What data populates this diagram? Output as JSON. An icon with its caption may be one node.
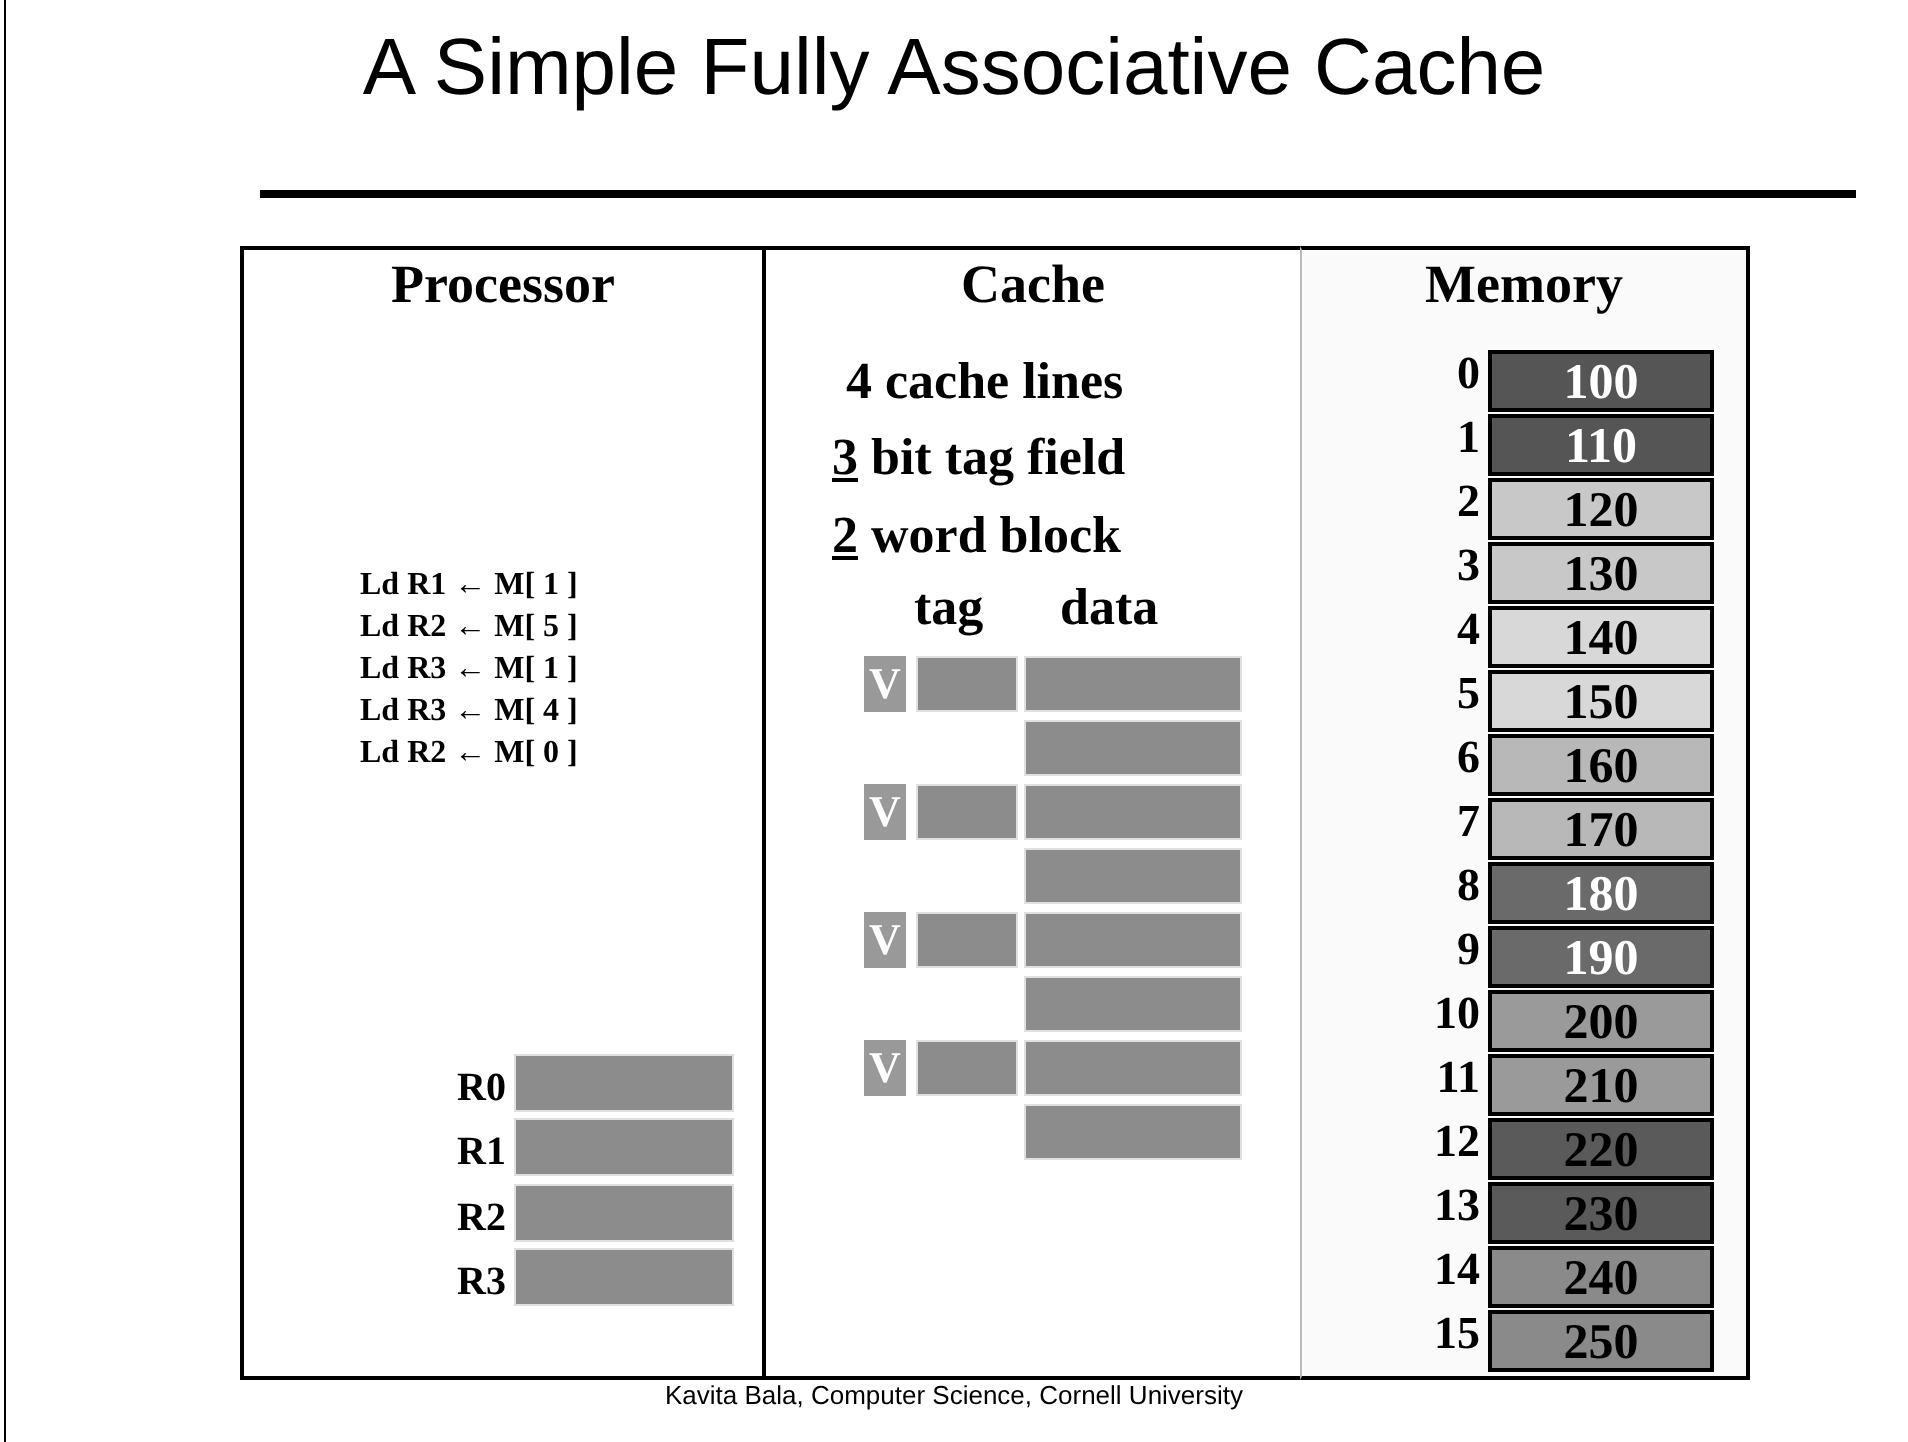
{
  "diagram": {
    "title": "A Simple Fully Associative Cache",
    "caption": "Kavita Bala, Computer Science, Cornell University",
    "nodes": [
      {
        "text": [
          "Processor"
        ]
      },
      {
        "text": [],
        "shape": "box",
        "in": 0,
        "beside": [
          "R0"
        ]
      },
      {
        "text": [],
        "shape": "box",
        "in": 0,
        "beside": [
          "R1"
        ]
      },
      {
        "text": [],
        "shape": "box",
        "in": 0,
        "beside": [
          "R2"
        ]
      },
      {
        "text": [],
        "shape": "box",
        "in": 0,
        "beside": [
          "R3"
        ]
      },
      {
        "text": [
          "Cache"
        ]
      },
      {
        "text": [
          "V"
        ],
        "in": 5
      },
      {
        "text": [],
        "shape": "box",
        "in": 5
      },
      {
        "text": [],
        "shape": "box",
        "in": 5
      },
      {
        "text": [],
        "shape": "box",
        "in": 5
      },
      {
        "text": [
          "V"
        ],
        "in": 5
      },
      {
        "text": [],
        "shape": "box",
        "in": 5
      },
      {
        "text": [],
        "shape": "box",
        "in": 5
      },
      {
        "text": [],
        "shape": "box",
        "in": 5
      },
      {
        "text": [
          "V"
        ],
        "in": 5
      },
      {
        "text": [],
        "shape": "box",
        "in": 5
      },
      {
        "text": [],
        "shape": "box",
        "in": 5
      },
      {
        "text": [],
        "shape": "box",
        "in": 5
      },
      {
        "text": [
          "V"
        ],
        "in": 5
      },
      {
        "text": [],
        "shape": "box",
        "in": 5
      },
      {
        "text": [],
        "shape": "box",
        "in": 5
      },
      {
        "text": [],
        "shape": "box",
        "in": 5
      },
      {
        "text": [
          "Memory"
        ]
      },
      {
        "text": [
          "100"
        ],
        "in": 22,
        "beside": [
          "0"
        ]
      },
      {
        "text": [
          "110"
        ],
        "in": 22,
        "beside": [
          "1"
        ]
      },
      {
        "text": [
          "120"
        ],
        "in": 22,
        "beside": [
          "2"
        ]
      },
      {
        "text": [
          "130"
        ],
        "in": 22,
        "beside": [
          "3"
        ]
      },
      {
        "text": [
          "140"
        ],
        "in": 22,
        "beside": [
          "4"
        ]
      },
      {
        "text": [
          "150"
        ],
        "in": 22,
        "beside": [
          "5"
        ]
      },
      {
        "text": [
          "160"
        ],
        "in": 22,
        "beside": [
          "6"
        ]
      },
      {
        "text": [
          "170"
        ],
        "in": 22,
        "beside": [
          "7"
        ]
      },
      {
        "text": [
          "180"
        ],
        "in": 22,
        "beside": [
          "8"
        ]
      },
      {
        "text": [
          "190"
        ],
        "in": 22,
        "beside": [
          "9"
        ]
      },
      {
        "text": [
          "200"
        ],
        "in": 22,
        "beside": [
          "10"
        ]
      },
      {
        "text": [
          "210"
        ],
        "in": 22,
        "beside": [
          "11"
        ]
      },
      {
        "text": [
          "220"
        ],
        "in": 22,
        "beside": [
          "12"
        ]
      },
      {
        "text": [
          "230"
        ],
        "in": 22,
        "beside": [
          "13"
        ]
      },
      {
        "text": [
          "240"
        ],
        "in": 22,
        "beside": [
          "14"
        ]
      },
      {
        "text": [
          "250"
        ],
        "in": 22,
        "beside": [
          "15"
        ]
      }
    ],
    "labels": [
      "Ld R1 ← M[ 1 ]",
      "Ld R2 ← M[ 5 ]",
      "Ld R3 ← M[ 1 ]",
      "Ld R3 ← M[ 4 ]",
      "Ld R2 ← M[ 0 ]",
      "4 cache lines",
      "3 bit tag field",
      "2 word block",
      "tag",
      "data"
    ]
  }
}
